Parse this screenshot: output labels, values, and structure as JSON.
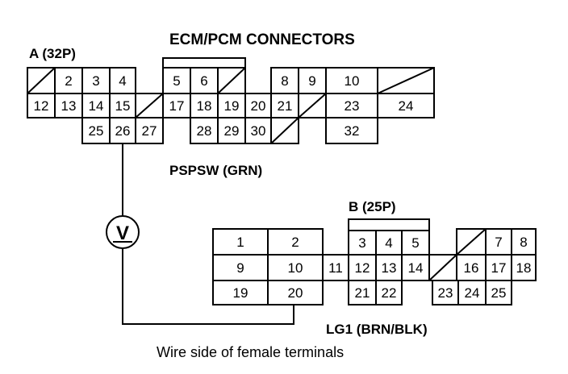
{
  "title": "ECM/PCM CONNECTORS",
  "connector_a": {
    "label": "A (32P)",
    "rows": [
      [
        "",
        "2",
        "3",
        "4",
        "",
        "5",
        "6",
        "",
        "",
        "8",
        "9",
        "10",
        ""
      ],
      [
        "12",
        "13",
        "14",
        "15",
        "",
        "17",
        "18",
        "19",
        "20",
        "21",
        "",
        "23",
        "24"
      ],
      [
        "25",
        "26",
        "27",
        "28",
        "29",
        "30",
        "",
        "32"
      ]
    ]
  },
  "connector_b": {
    "label": "B (25P)",
    "rows": [
      [
        "1",
        "2",
        "3",
        "4",
        "5",
        "",
        "7",
        "8"
      ],
      [
        "9",
        "10",
        "11",
        "12",
        "13",
        "14",
        "",
        "16",
        "17",
        "18"
      ],
      [
        "19",
        "20",
        "21",
        "22",
        "23",
        "24",
        "25"
      ]
    ]
  },
  "wire_a_label": "PSPSW (GRN)",
  "wire_b_label": "LG1 (BRN/BLK)",
  "meter_symbol": "V",
  "caption": "Wire side of female terminals"
}
